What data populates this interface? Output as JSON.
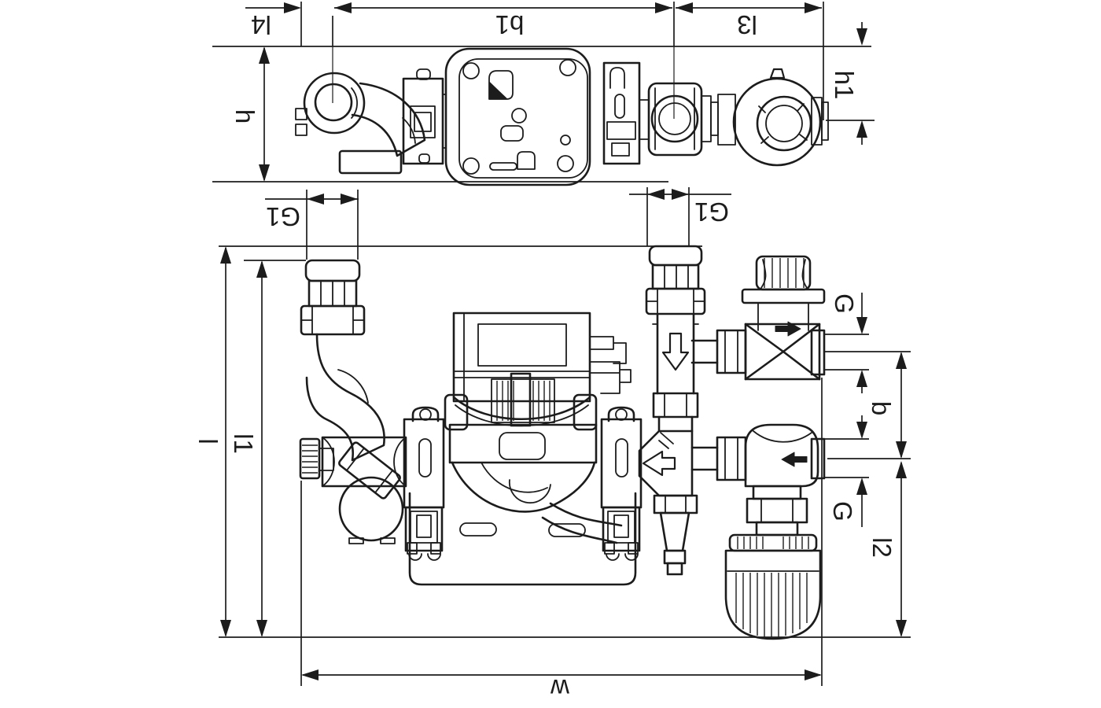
{
  "drawing": {
    "title": "pump-group-dimension-drawing",
    "style": {
      "line_color": "#1c1c1c",
      "background": "#ffffff"
    },
    "views": [
      {
        "id": "top-view",
        "description": "assembly seen from above"
      },
      {
        "id": "front-view",
        "description": "assembly seen from front"
      }
    ],
    "dims": {
      "l4": "l4",
      "b1": "b1",
      "l3": "l3",
      "h": "h",
      "h1": "h1",
      "g1_left": "G1",
      "g1_right": "G1",
      "l": "l",
      "l1": "l1",
      "b": "b",
      "g_upper": "G",
      "g_lower": "G",
      "l2": "l2",
      "w": "w"
    },
    "icons": [
      {
        "name": "flow-down-arrow",
        "location": "return riser pipe"
      },
      {
        "name": "flow-left-arrow",
        "location": "return tee"
      },
      {
        "name": "flow-right-arrow",
        "location": "upper bypass valve"
      },
      {
        "name": "flow-left-arrow-small",
        "location": "lower angle valve"
      }
    ]
  }
}
